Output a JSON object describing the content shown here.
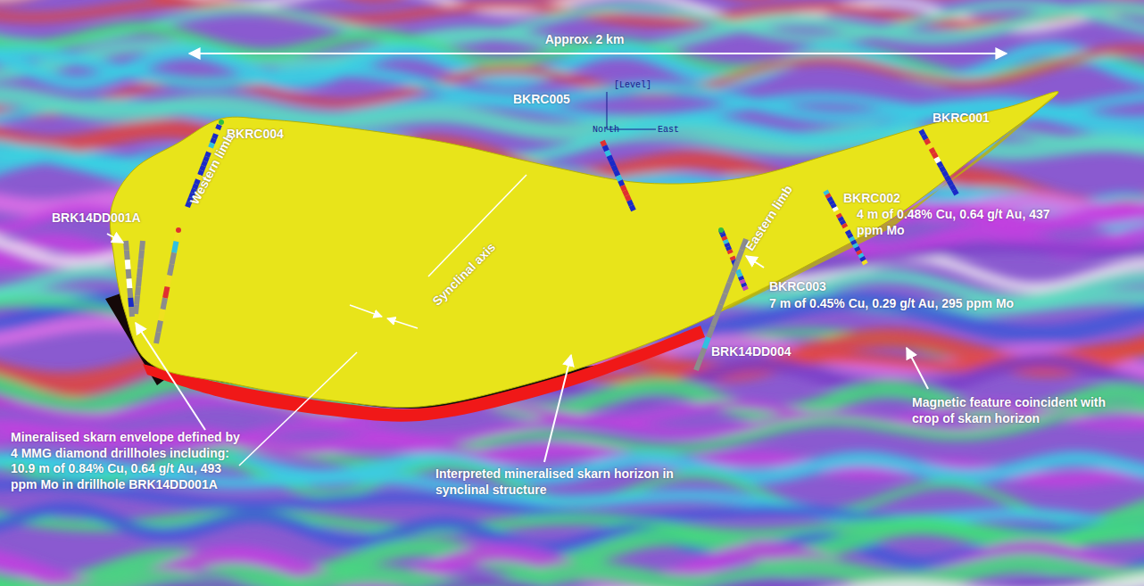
{
  "diagram": {
    "labels": [
      "Approx. 2 km",
      "BKRC004",
      "BKRC005",
      "[Level]",
      "North",
      "East",
      "BKRC001",
      "BRK14DD001A",
      "Western limb",
      "Synclinal axis",
      "Eastern limb",
      "BKRC002",
      "4 m of 0.48% Cu, 0.64 g/t Au, 437 ppm Mo",
      "BKRC003",
      "7 m of 0.45% Cu, 0.29 g/t Au, 295 ppm Mo",
      "BRK14DD004",
      "Magnetic feature coincident with crop of skarn horizon",
      "Mineralised skarn envelope defined by 4 MMG diamond drillholes including: 10.9 m of 0.84% Cu, 0.64 g/t Au, 493 ppm Mo in drillhole BRK14DD001A",
      "Interpreted mineralised skarn horizon in synclinal structure"
    ]
  }
}
